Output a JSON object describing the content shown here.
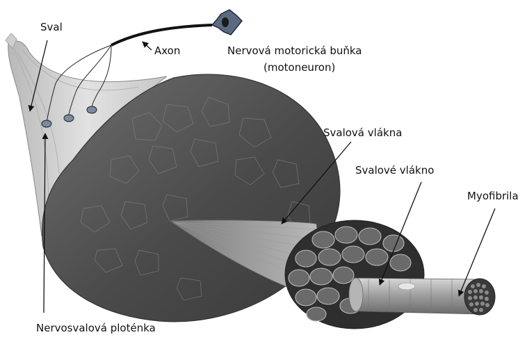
{
  "labels": {
    "sval": "Sval",
    "axon": "Axon",
    "motor_neuron_line1": "Nervová motorická buňka",
    "motor_neuron_line2": "(motoneuron)",
    "svalova_vlakna": "Svalová vlákna",
    "svalove_vlakno": "Svalové vlákno",
    "myofibrila": "Myofibrila",
    "plotenka": "Nervosvalová ploténka"
  },
  "colors": {
    "muscle_dark": "#555555",
    "muscle_light": "#9a9a9a",
    "tendon": "#d0d0d0",
    "neuron": "#4a5a70",
    "endplate": "#7b8aa0"
  }
}
